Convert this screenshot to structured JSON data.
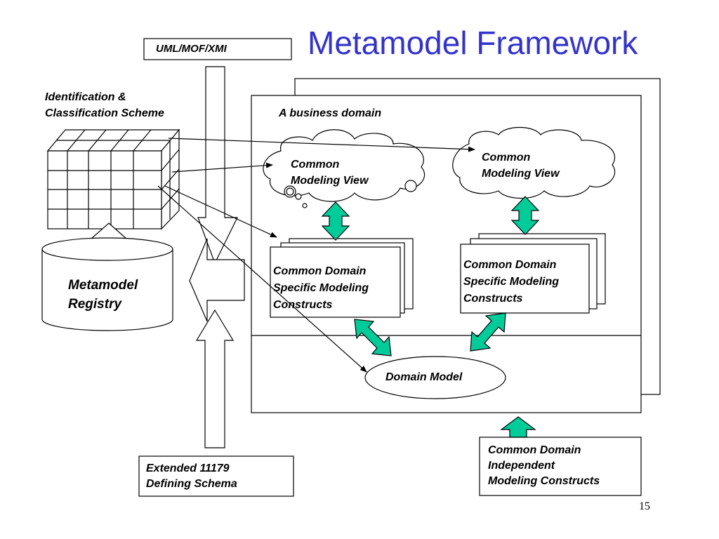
{
  "title": "Metamodel Framework",
  "page_number": "15",
  "labels": {
    "uml": "UML/MOF/XMI",
    "identification": "Identification &\nClassification Scheme",
    "registry": "Metamodel\nRegistry",
    "business_domain": "A business domain",
    "view_left": "Common\nModeling View",
    "view_right": "Common\nModeling View",
    "constructs_left": "Common Domain\nSpecific Modeling\nConstructs",
    "constructs_right": "Common Domain\nSpecific Modeling\nConstructs",
    "domain_model": "Domain Model",
    "extended": "Extended 11179\nDefining Schema",
    "independent": "Common Domain\nIndependent\nModeling Constructs"
  },
  "colors": {
    "title": "#3333cc",
    "connector": "#00cc99",
    "line": "#000000"
  }
}
